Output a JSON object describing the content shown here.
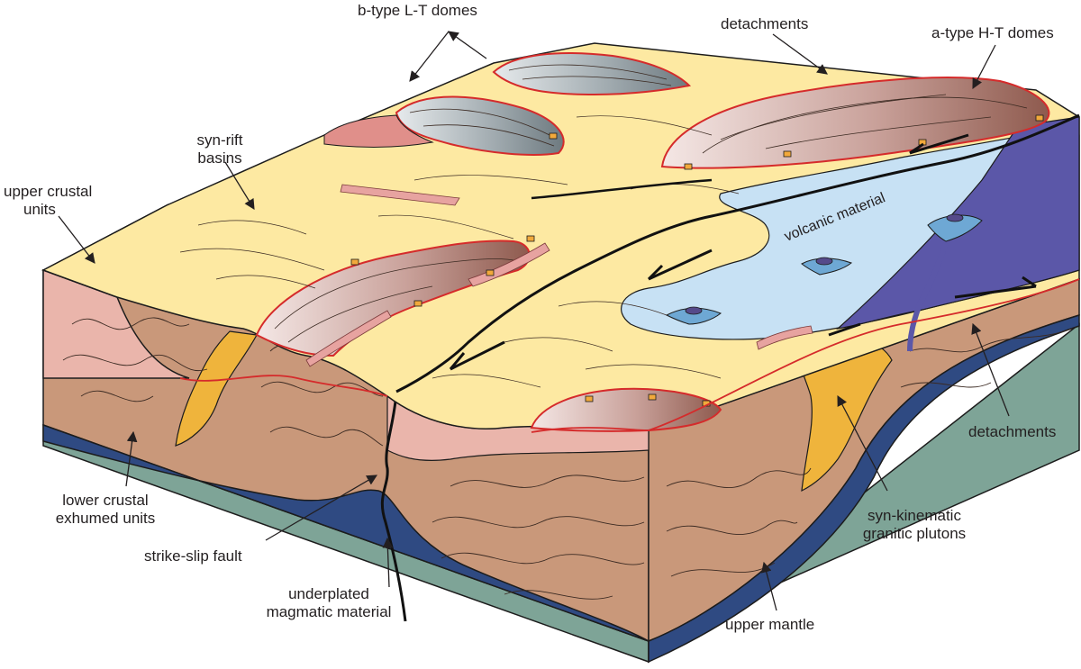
{
  "labels": {
    "b_domes": "b-type L-T domes",
    "detachments_top": "detachments",
    "a_domes": "a-type H-T domes",
    "syn_rift_1": "syn-rift",
    "syn_rift_2": "basins",
    "upper_crustal_1": "upper crustal",
    "upper_crustal_2": "units",
    "volcanic": "volcanic material",
    "detachments_right": "detachments",
    "lower_crustal_1": "lower crustal",
    "lower_crustal_2": "exhumed units",
    "strike_slip": "strike-slip fault",
    "underplated_1": "underplated",
    "underplated_2": "magmatic material",
    "syn_kinematic_1": "syn-kinematic",
    "syn_kinematic_2": "granitic plutons",
    "upper_mantle": "upper mantle"
  },
  "colors": {
    "surface": "#fde9a2",
    "lower_crust": "#c9987a",
    "lower_crust_dark": "#b98566",
    "upper_crust": "#eab5ab",
    "upper_crust_dark": "#e08f8a",
    "underplated": "#2f4a82",
    "mantle": "#7ea497",
    "volcanic": "#c7e1f4",
    "volcanic_dark": "#5b57a8",
    "granite": "#efb43c",
    "detachment": "#d52b2b",
    "dome_grey": "#a4adb3"
  }
}
